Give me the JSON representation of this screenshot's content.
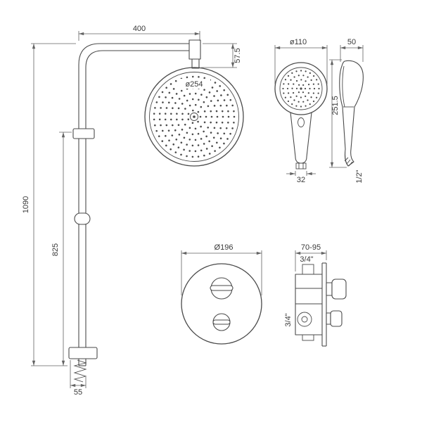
{
  "colors": {
    "line": "#4a4a4a",
    "dimension": "#636363",
    "text": "#3a3a3a",
    "background": "#ffffff"
  },
  "shower_column": {
    "dimensions": {
      "arm_reach": "400",
      "head_drop": "57.5",
      "head_diameter": "ø254",
      "total_height": "1090",
      "rail_height": "825",
      "base_offset": "55"
    }
  },
  "hand_shower": {
    "dimensions": {
      "head_diameter": "ø110",
      "head_depth": "50",
      "length": "251.5",
      "handle_width": "32",
      "connection": "1/2\""
    }
  },
  "mixer_valve": {
    "dimensions": {
      "plate_diameter": "Ø196",
      "recess_depth": "70-95",
      "top_connection": "3/4\"",
      "side_connection": "3/4\""
    }
  }
}
